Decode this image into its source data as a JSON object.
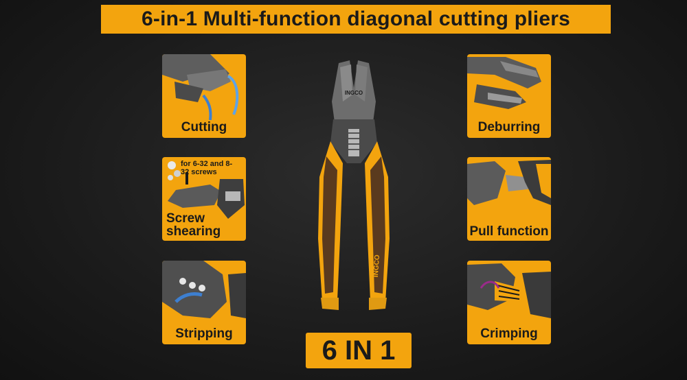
{
  "banner": {
    "title": "6-in-1 Multi-function diagonal cutting pliers"
  },
  "features": [
    {
      "label": "Cutting",
      "icon": "cutting-icon"
    },
    {
      "label": "Deburring",
      "icon": "deburring-icon"
    },
    {
      "label": "Screw shearing",
      "icon": "screw-shearing-icon",
      "note": "for 6-32 and 8-32 screws"
    },
    {
      "label": "Pull function",
      "icon": "pull-function-icon"
    },
    {
      "label": "Stripping",
      "icon": "stripping-icon"
    },
    {
      "label": "Crimping",
      "icon": "crimping-icon"
    }
  ],
  "badge": {
    "text": "6 IN 1"
  },
  "product": {
    "brand": "INGCO"
  },
  "colors": {
    "accent": "#f3a40e",
    "background": "#1b1b1b",
    "text": "#1a1a1a"
  }
}
